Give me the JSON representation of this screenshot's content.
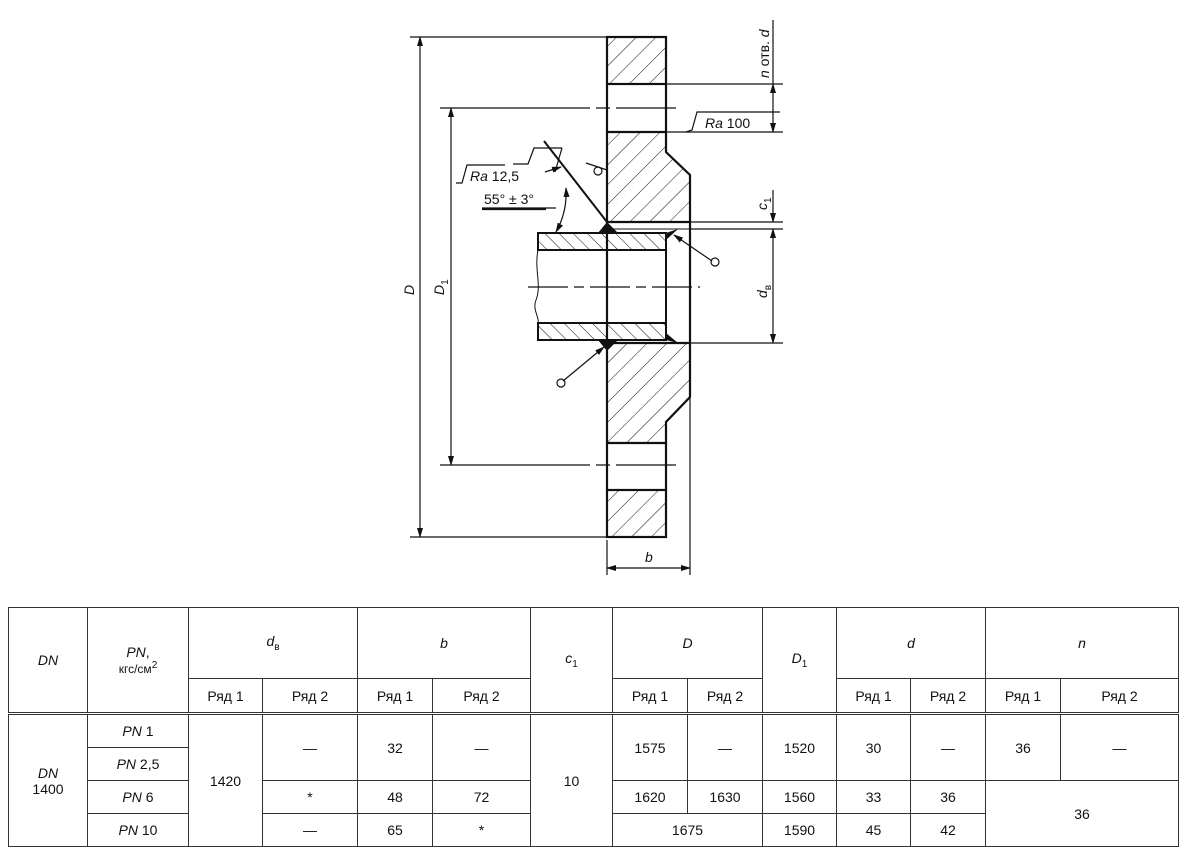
{
  "drawing": {
    "label_D": "D",
    "label_D1": {
      "main": "D",
      "sub": "1"
    },
    "label_dv": {
      "main": "d",
      "sub": "в"
    },
    "label_c1": {
      "main": "c",
      "sub": "1"
    },
    "label_b": "b",
    "label_holes": {
      "n": "n",
      "text": " отв. ",
      "d": "d"
    },
    "roughness_flange": {
      "ra": "Ra",
      "value": " 100"
    },
    "roughness_bevel": {
      "ra": "Ra",
      "value": " 12,5"
    },
    "bevel_angle": "55° ± 3°"
  },
  "table": {
    "headers": {
      "dn": "DN",
      "pn": {
        "main": "PN",
        "unit": "кгс/см",
        "sup": "2"
      },
      "dv": {
        "main": "d",
        "sub": "в"
      },
      "b": "b",
      "c1": {
        "main": "c",
        "sub": "1"
      },
      "D": "D",
      "D1": {
        "main": "D",
        "sub": "1"
      },
      "d": "d",
      "n": "n",
      "row1": "Ряд 1",
      "row2": "Ряд 2"
    },
    "dn": {
      "pre": "DN",
      "value": "1400"
    },
    "pn": [
      {
        "pre": "PN",
        "value": " 1"
      },
      {
        "pre": "PN",
        "value": " 2,5"
      },
      {
        "pre": "PN",
        "value": " 6"
      },
      {
        "pre": "PN",
        "value": " 10"
      }
    ],
    "dv_r1": "1420",
    "dv_r2": [
      "—",
      "*",
      "—"
    ],
    "b_r1": [
      "32",
      "48",
      "65"
    ],
    "b_r2": [
      "—",
      "72",
      "*"
    ],
    "c1": "10",
    "D_r1": [
      "1575",
      "1620"
    ],
    "D_r2": [
      "—",
      "1630"
    ],
    "D_merged": "1675",
    "D1": [
      "1520",
      "1560",
      "1590"
    ],
    "d_r1": [
      "30",
      "33",
      "45"
    ],
    "d_r2": [
      "—",
      "36",
      "42"
    ],
    "n_r1": "36",
    "n_r2": "—",
    "n_merged": "36"
  }
}
